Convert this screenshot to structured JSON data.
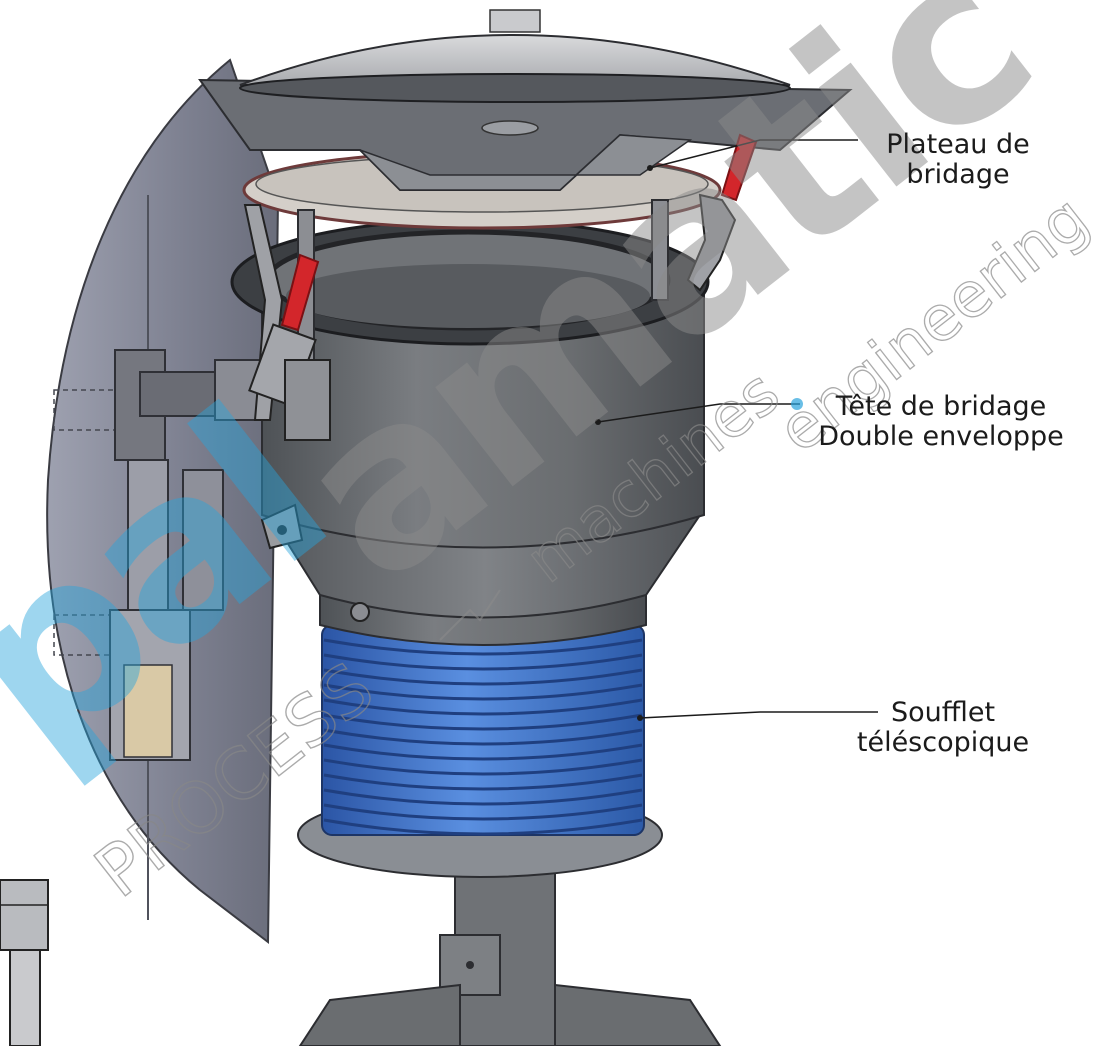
{
  "watermark": {
    "brand_prefix": "pal",
    "brand_main": "amatic",
    "tagline_machines": "machines",
    "tagline_engineering": "engineering",
    "tagline_process": "PROCESS",
    "colors": {
      "blue": "#29a3dc",
      "gray": "#8a8a8a"
    }
  },
  "callouts": {
    "plateau": {
      "line1": "Plateau de",
      "line2": "bridage"
    },
    "tete": {
      "line1": "Tête de bridage",
      "line2": "Double enveloppe"
    },
    "soufflet": {
      "line1": "Soufflet",
      "line2": "téléscopique"
    }
  },
  "colors": {
    "bellows": "#3f72c6",
    "body": "#6b6e72",
    "panel": "#7c7f8e",
    "clamp_handle": "#d3262b",
    "label_text": "#1b1b1b"
  }
}
